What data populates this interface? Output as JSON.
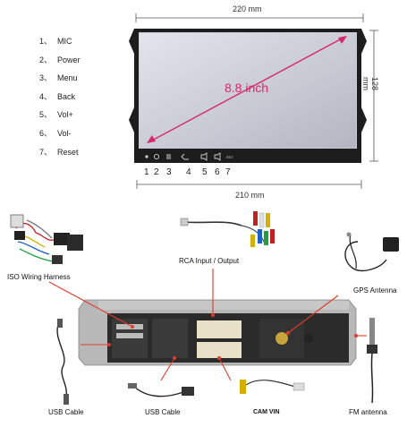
{
  "dimensions": {
    "width_top": "220 mm",
    "height_right": "128 mm",
    "width_bottom": "210 mm",
    "screen_size": "8.8 inch"
  },
  "keys": [
    {
      "num": "1、",
      "label": "MIC"
    },
    {
      "num": "2、",
      "label": "Power"
    },
    {
      "num": "3、",
      "label": "Menu"
    },
    {
      "num": "4、",
      "label": "Back"
    },
    {
      "num": "5、",
      "label": "Vol+"
    },
    {
      "num": "6、",
      "label": "Vol-"
    },
    {
      "num": "7、",
      "label": "Reset"
    }
  ],
  "button_numbers": [
    "1",
    "2",
    "3",
    "4",
    "5",
    "6",
    "7"
  ],
  "connections": {
    "iso": "ISO Wiring Harness",
    "rca": "RCA Input / Output",
    "gps": "GPS Antenna",
    "usb1": "USB Cable",
    "usb2": "USB Cable",
    "cam": "CAM VIN",
    "fm": "FM antenna"
  },
  "colors": {
    "accent_red": "#e03a2a",
    "arrow_magenta": "#d7286f",
    "bezel": "#1d1d1d",
    "screen": "#c9ccd6"
  }
}
